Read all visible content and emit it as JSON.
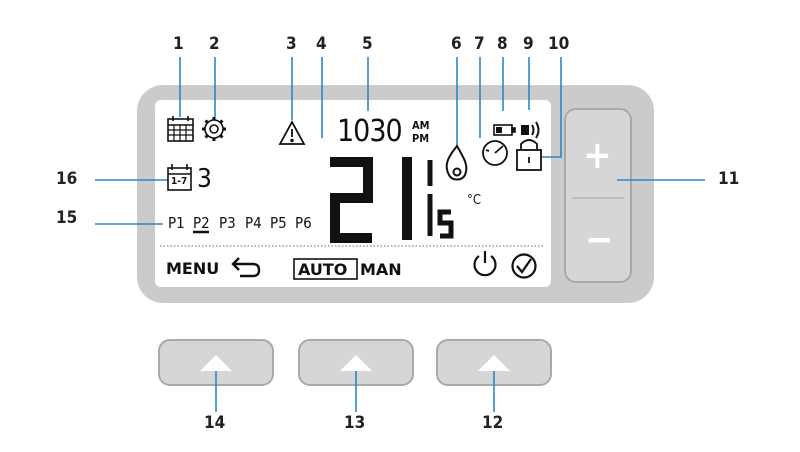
{
  "callouts": {
    "n1": "1",
    "n2": "2",
    "n3": "3",
    "n4": "4",
    "n5": "5",
    "n6": "6",
    "n7": "7",
    "n8": "8",
    "n9": "9",
    "n10": "10",
    "n11": "11",
    "n12": "12",
    "n13": "13",
    "n14": "14",
    "n15": "15",
    "n16": "16"
  },
  "display": {
    "time_digits": "1030",
    "am": "AM",
    "pm": "PM",
    "temp_main": "21",
    "temp_decimal": "5",
    "unit": "°C",
    "day_number": "3",
    "day_range": "1-7",
    "programs": [
      "P1",
      "P2",
      "P3",
      "P4",
      "P5",
      "P6"
    ],
    "active_program": "P2",
    "menu_label": "MENU",
    "auto_label": "AUTO",
    "man_label": "MAN",
    "plus": "+",
    "minus": "−"
  },
  "colors": {
    "bezel": "#cbcbcb",
    "button_fill": "#d6d6d6",
    "button_stroke": "#a9a9a9",
    "callout_line": "#2d87c6"
  },
  "icons": [
    "calendar-icon",
    "gear-icon",
    "warning-icon",
    "flame-icon",
    "gauge-icon",
    "battery-icon",
    "signal-icon",
    "lock-icon",
    "day-calendar-icon",
    "back-arrow-icon",
    "power-icon",
    "check-icon",
    "up-arrow-icon"
  ]
}
